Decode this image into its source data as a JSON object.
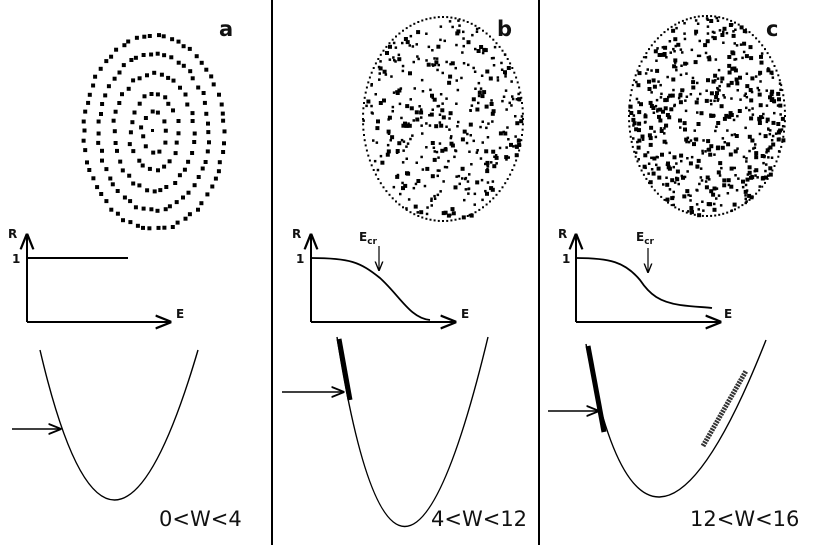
{
  "panels": [
    {
      "id": "a",
      "letter": "a",
      "regime": "0<W<4",
      "r_axis_label": "R",
      "e_axis_label": "E",
      "r_tick": "1",
      "critical_energy_label": "",
      "critical_energy_sub": "",
      "phase_portrait": "concentric-rings"
    },
    {
      "id": "b",
      "letter": "b",
      "regime": "4<W<12",
      "r_axis_label": "R",
      "e_axis_label": "E",
      "r_tick": "1",
      "critical_energy_label": "E",
      "critical_energy_sub": "cr",
      "phase_portrait": "chaotic-disk"
    },
    {
      "id": "c",
      "letter": "c",
      "regime": "12<W<16",
      "r_axis_label": "R",
      "e_axis_label": "E",
      "r_tick": "1",
      "critical_energy_label": "E",
      "critical_energy_sub": "cr",
      "phase_portrait": "dense-chaotic-disk"
    }
  ]
}
